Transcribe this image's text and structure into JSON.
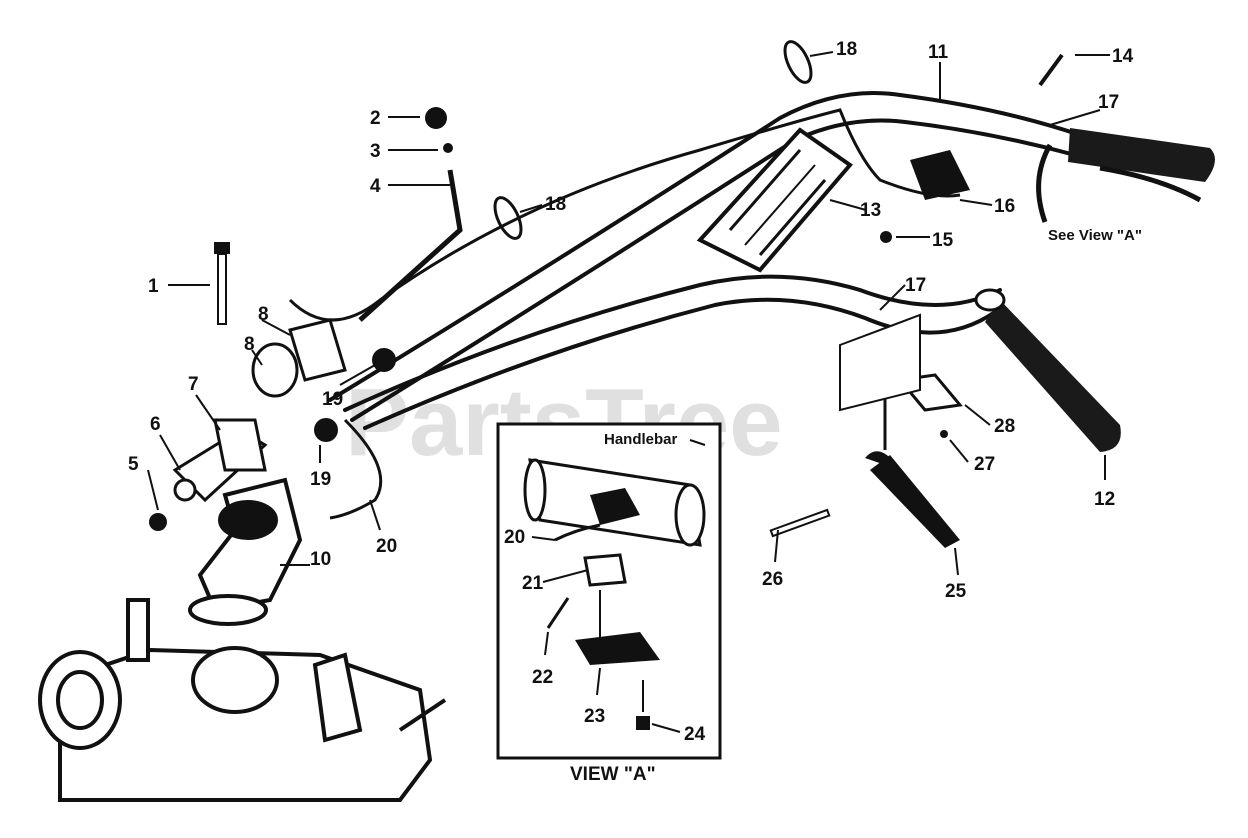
{
  "watermark": "PartsTree",
  "callouts": {
    "c1": "1",
    "c2": "2",
    "c3": "3",
    "c4": "4",
    "c5": "5",
    "c6": "6",
    "c7": "7",
    "c8a": "8",
    "c8b": "8",
    "c10": "10",
    "c11": "11",
    "c12": "12",
    "c13": "13",
    "c14": "14",
    "c15": "15",
    "c16": "16",
    "c17a": "17",
    "c17b": "17",
    "c18a": "18",
    "c18b": "18",
    "c19a": "19",
    "c19b": "19",
    "c20": "20",
    "c25": "25",
    "c26": "26",
    "c27": "27",
    "c28": "28"
  },
  "see_view": "See View \"A\"",
  "view_a": {
    "handlebar_label": "Handlebar",
    "title": "VIEW \"A\"",
    "c20": "20",
    "c21": "21",
    "c22": "22",
    "c23": "23",
    "c24": "24"
  },
  "colors": {
    "ink": "#111111",
    "paper": "#ffffff",
    "watermark": "#c8c8c8"
  }
}
